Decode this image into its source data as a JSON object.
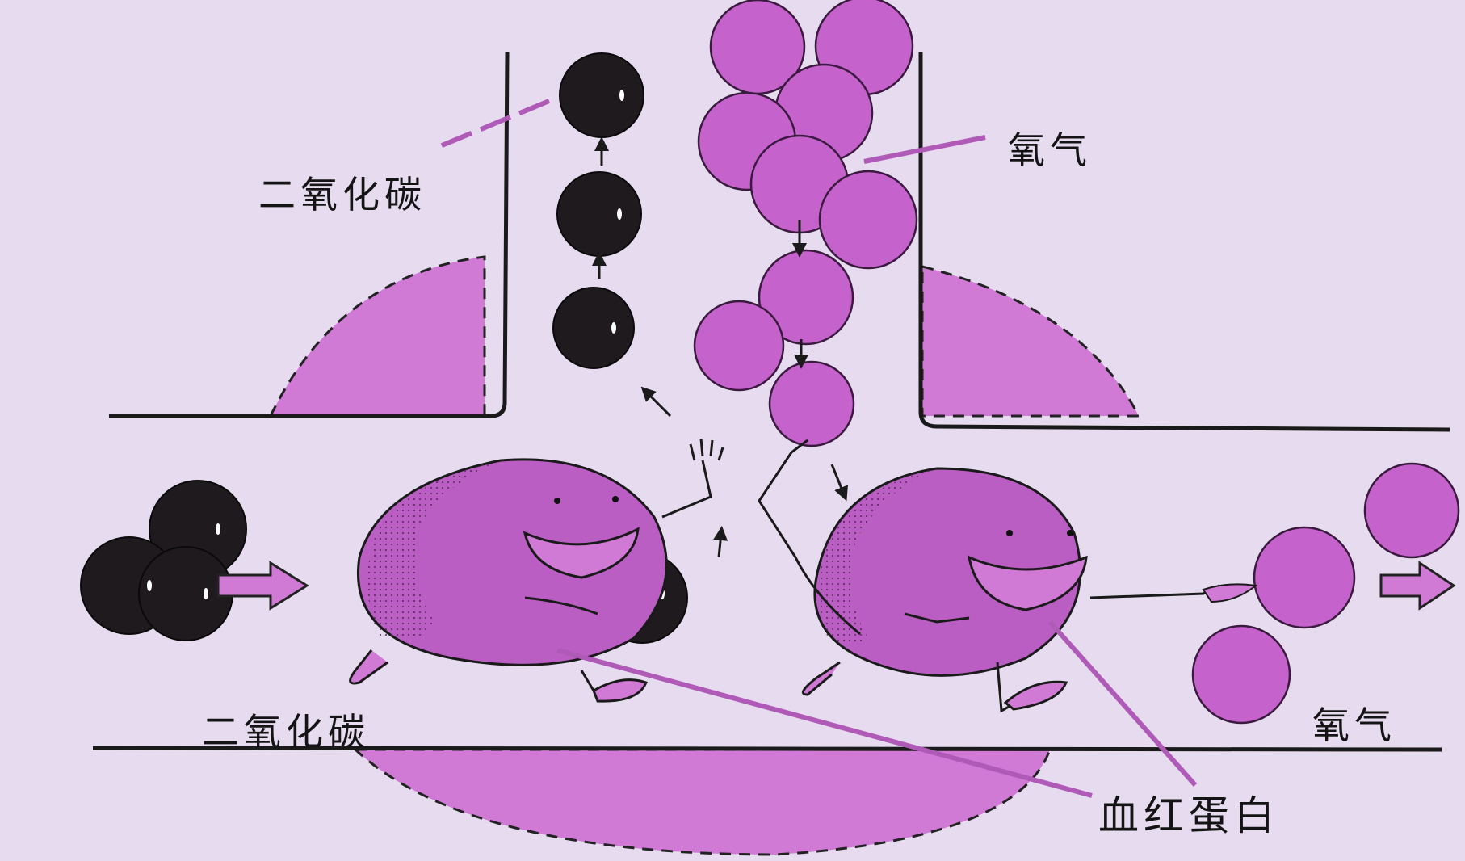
{
  "labels": {
    "co2_top": "二氧化碳",
    "oxygen_top": "氧气",
    "co2_bottom": "二氧化碳",
    "oxygen_bottom": "氧气",
    "hemoglobin": "血红蛋白"
  },
  "colors": {
    "background": "#e6dbef",
    "oxygen_molecule": "#c562cc",
    "co2_molecule": "#1e1a1e",
    "red_blood_cell": "#bb5ec4",
    "alveolus_fill": "#d07ad6",
    "leader_line": "#b05ab8"
  }
}
